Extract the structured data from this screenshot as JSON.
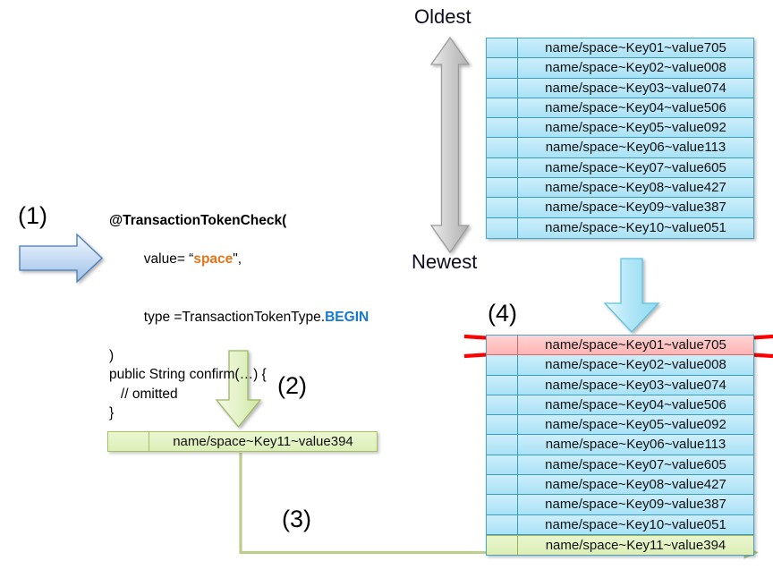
{
  "diagram": {
    "title": "Transaction token sequence diagram",
    "steps": [
      {
        "id": "step-1",
        "label": "(1)"
      },
      {
        "id": "step-2",
        "label": "(2)"
      },
      {
        "id": "step-3",
        "label": "(3)"
      },
      {
        "id": "step-4",
        "label": "(4)"
      }
    ],
    "axis": {
      "top_label": "Oldest",
      "bottom_label": "Newest"
    },
    "code": {
      "lines": [
        {
          "segments": [
            {
              "text": "@TransactionTokenCheck(",
              "style": "bold"
            }
          ]
        },
        {
          "segments": [
            {
              "text": "   value= “",
              "style": "normal"
            },
            {
              "text": "space",
              "style": "orange-bold"
            },
            {
              "text": "\",",
              "style": "normal"
            }
          ]
        },
        {
          "segments": [
            {
              "text": "   type =TransactionTokenType.",
              "style": "normal"
            },
            {
              "text": "BEGIN",
              "style": "blue-bold"
            }
          ]
        },
        {
          "segments": [
            {
              "text": ")",
              "style": "normal"
            }
          ]
        },
        {
          "segments": [
            {
              "text": "public String confirm(…) {",
              "style": "normal"
            }
          ]
        },
        {
          "segments": [
            {
              "text": "   // omitted",
              "style": "normal"
            }
          ]
        },
        {
          "segments": [
            {
              "text": "}",
              "style": "normal"
            }
          ]
        }
      ]
    },
    "token_box": {
      "value": "name/space~Key11~value394"
    },
    "session_stack_before": {
      "name": "token-stack-before",
      "rows": [
        {
          "value": "name/space~Key01~value705",
          "state": "normal"
        },
        {
          "value": "name/space~Key02~value008",
          "state": "normal"
        },
        {
          "value": "name/space~Key03~value074",
          "state": "normal"
        },
        {
          "value": "name/space~Key04~value506",
          "state": "normal"
        },
        {
          "value": "name/space~Key05~value092",
          "state": "normal"
        },
        {
          "value": "name/space~Key06~value113",
          "state": "normal"
        },
        {
          "value": "name/space~Key07~value605",
          "state": "normal"
        },
        {
          "value": "name/space~Key08~value427",
          "state": "normal"
        },
        {
          "value": "name/space~Key09~value387",
          "state": "normal"
        },
        {
          "value": "name/space~Key10~value051",
          "state": "normal"
        }
      ]
    },
    "session_stack_after": {
      "name": "token-stack-after",
      "rows": [
        {
          "value": "name/space~Key01~value705",
          "state": "deleted"
        },
        {
          "value": "name/space~Key02~value008",
          "state": "normal"
        },
        {
          "value": "name/space~Key03~value074",
          "state": "normal"
        },
        {
          "value": "name/space~Key04~value506",
          "state": "normal"
        },
        {
          "value": "name/space~Key05~value092",
          "state": "normal"
        },
        {
          "value": "name/space~Key06~value113",
          "state": "normal"
        },
        {
          "value": "name/space~Key07~value605",
          "state": "normal"
        },
        {
          "value": "name/space~Key08~value427",
          "state": "normal"
        },
        {
          "value": "name/space~Key09~value387",
          "state": "normal"
        },
        {
          "value": "name/space~Key10~value051",
          "state": "normal"
        },
        {
          "value": "name/space~Key11~value394",
          "state": "new"
        }
      ]
    },
    "colors": {
      "stack_fill": "#bfe9f7",
      "stack_border": "#45a5c4",
      "new_fill": "#dcefb6",
      "new_border": "#a4c05f",
      "deleted_fill": "#ffb3b3",
      "deleted_mark": "#ff0000",
      "blue_arrow": "#a8e2f5",
      "green_arrow": "#d9ecb4",
      "gray_arrow": "#c8c8c8",
      "code_keyword": "#1579cf",
      "code_string": "#e2751b"
    },
    "icons": {
      "step1_arrow": "arrow-right-icon",
      "step2_arrow": "arrow-down-icon",
      "step3_connector": "elbow-arrow-icon",
      "step4_arrow": "arrow-down-icon",
      "age_arrow": "double-arrow-vertical-icon",
      "delete_mark": "cross-out-icon"
    }
  }
}
